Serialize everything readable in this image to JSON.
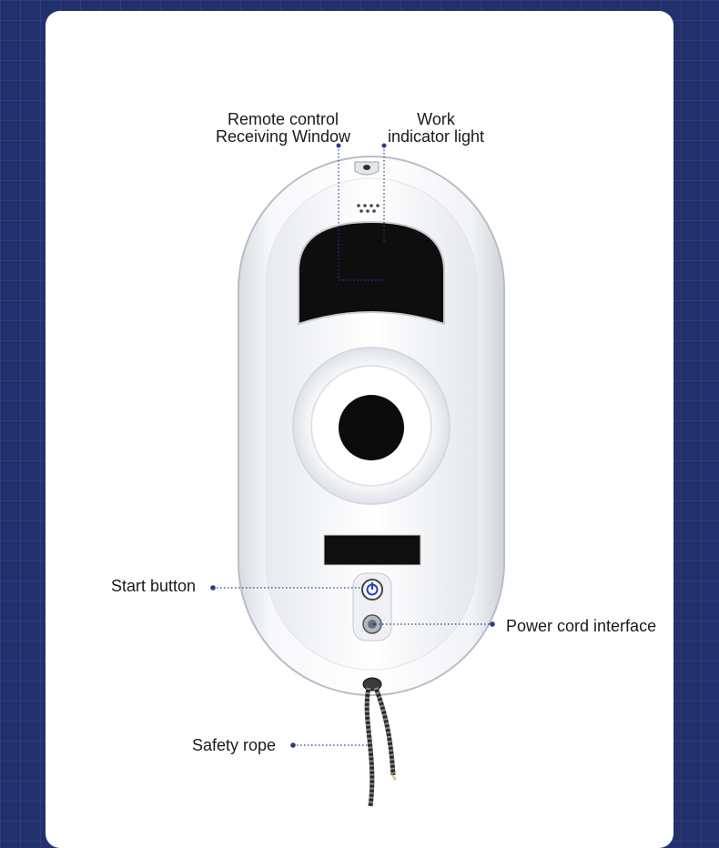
{
  "labels": {
    "remote_line1": "Remote control",
    "remote_line2": "Receiving Window",
    "work_line1": "Work",
    "work_line2": "indicator light",
    "start_button": "Start button",
    "power_cord": "Power cord interface",
    "safety_rope": "Safety rope"
  },
  "colors": {
    "background": "#23306e",
    "card": "#ffffff",
    "device_body": "#f4f5f7",
    "panel": "#111111",
    "leader_line": "#2c3a86"
  }
}
